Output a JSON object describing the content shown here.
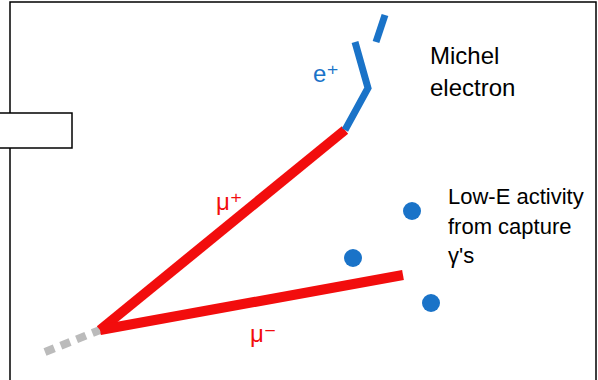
{
  "diagram": {
    "labels": [
      "e⁺",
      "Michel electron",
      "μ⁺",
      "Low-E activity from capture γ's",
      "μ⁻"
    ]
  }
}
